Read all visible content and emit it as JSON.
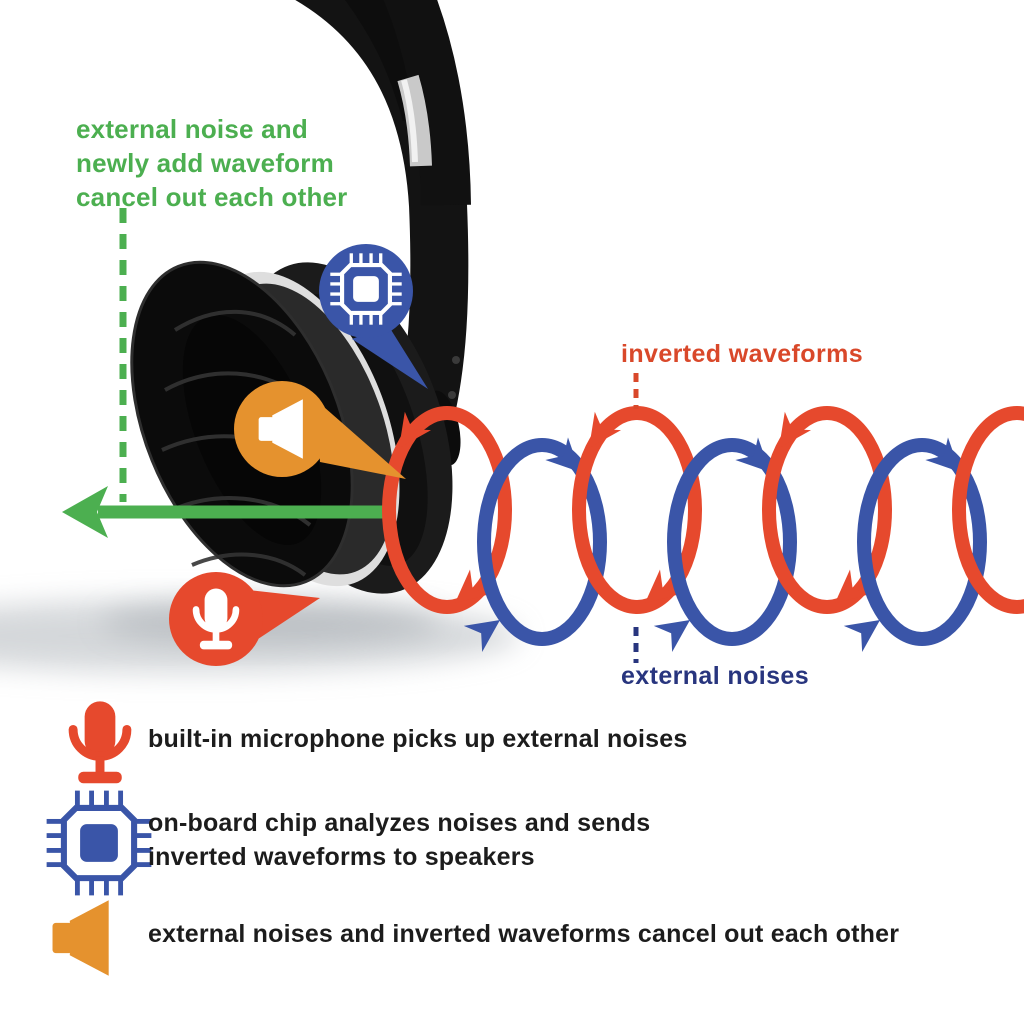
{
  "colors": {
    "green": "#4caf50",
    "red": "#e6492d",
    "red_text": "#d9482a",
    "blue": "#3a55a8",
    "navy": "#28357e",
    "orange": "#e5922e",
    "ink": "#1c1c1c"
  },
  "annotations": {
    "green_note_lines": [
      "external noise and",
      "newly add waveform",
      "cancel out each other"
    ],
    "inverted_label": "inverted waveforms",
    "external_label": "external noises"
  },
  "waveform": {
    "red_loop_count": 4,
    "blue_loop_count": 3,
    "red_meaning": "inverted waveforms",
    "blue_meaning": "external noises",
    "result_direction": "left"
  },
  "legend": {
    "items": [
      {
        "icon": "microphone-icon",
        "lines": [
          "built-in microphone picks up external noises"
        ]
      },
      {
        "icon": "chip-icon",
        "lines": [
          "on-board chip analyzes noises and sends",
          "inverted waveforms to speakers"
        ]
      },
      {
        "icon": "speaker-icon",
        "lines": [
          "external noises and inverted waveforms cancel out each other"
        ]
      }
    ]
  }
}
